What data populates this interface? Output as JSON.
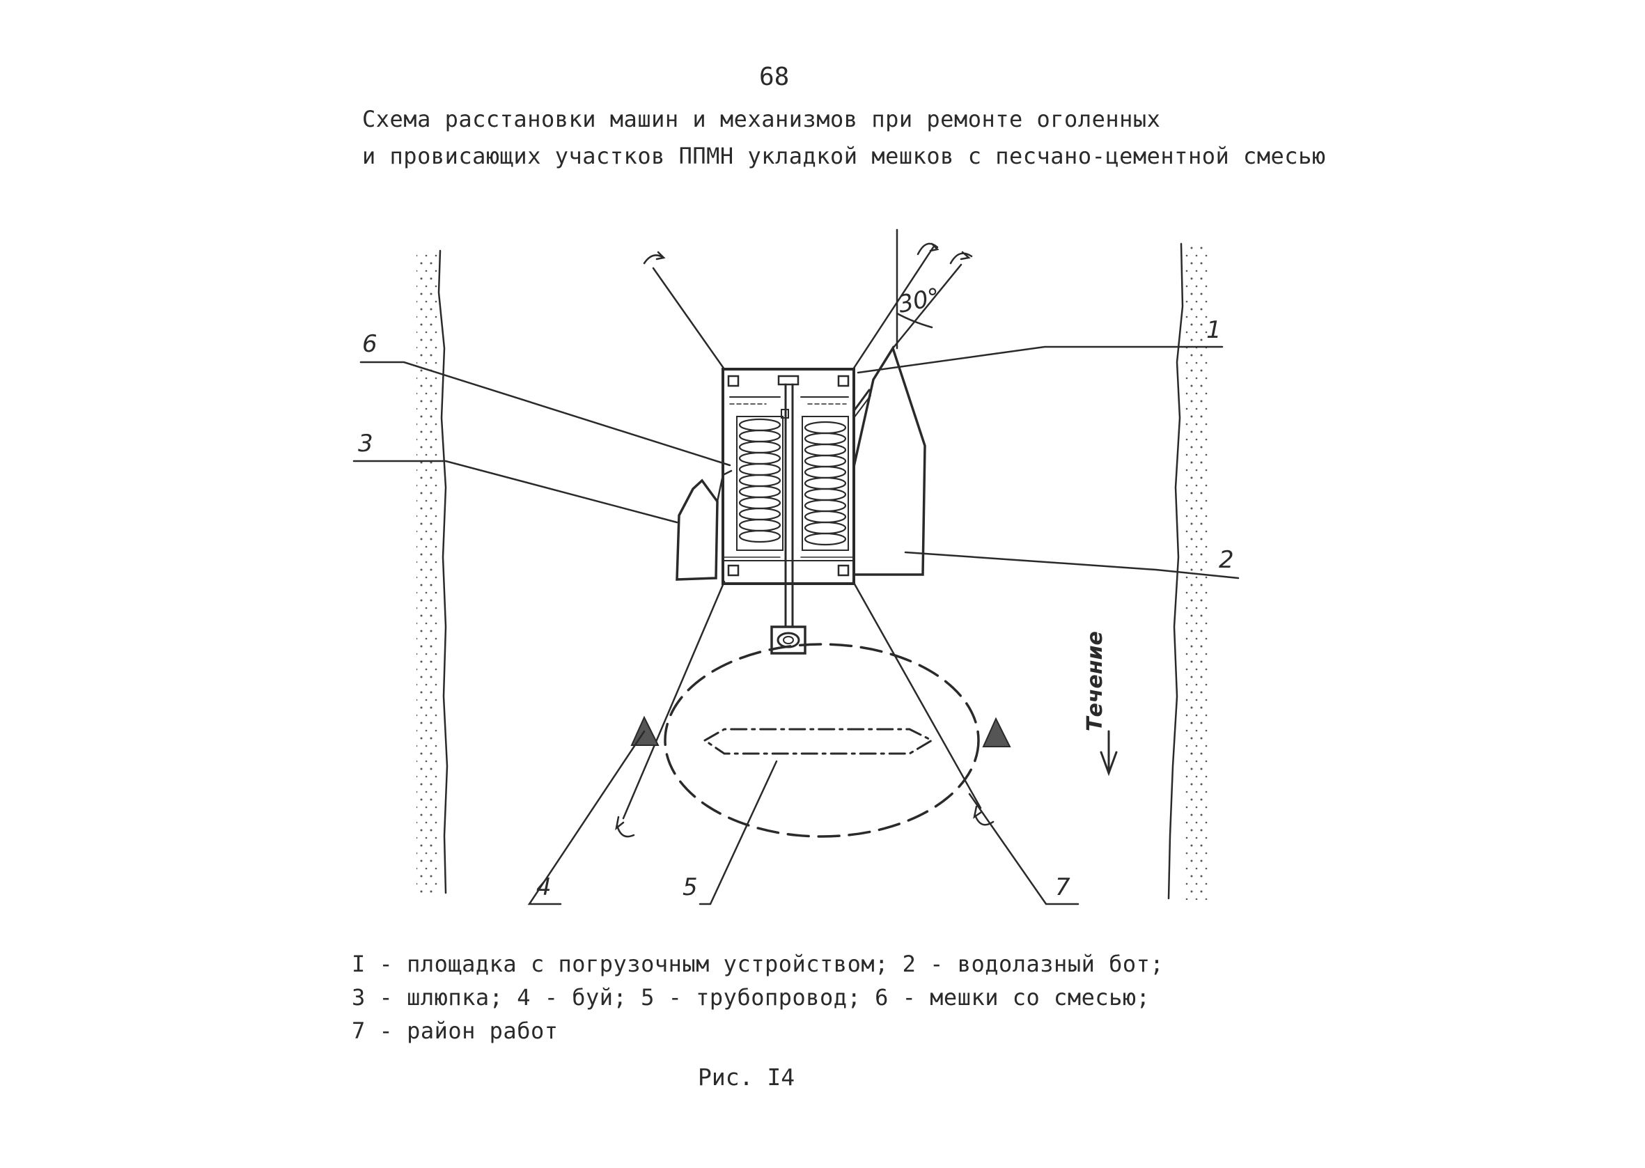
{
  "page_number": "68",
  "title_lines": [
    "Схема расстановки машин и механизмов при ремонте оголенных",
    "и провисающих участков ППМН укладкой мешков с песчано-цементной смесью"
  ],
  "diagram": {
    "angle_label": "30°",
    "flow_label": "Течение",
    "callouts": [
      "1",
      "2",
      "3",
      "4",
      "5",
      "6",
      "7"
    ]
  },
  "legend_lines": [
    "I - площадка с погрузочным устройством; 2 - водолазный бот;",
    "3 - шлюпка; 4 - буй; 5 - трубопровод; 6 - мешки со смесью;",
    "7 - район работ"
  ],
  "caption": "Рис. I4",
  "colors": {
    "ink": "#2a2a2a",
    "paper": "#ffffff"
  }
}
